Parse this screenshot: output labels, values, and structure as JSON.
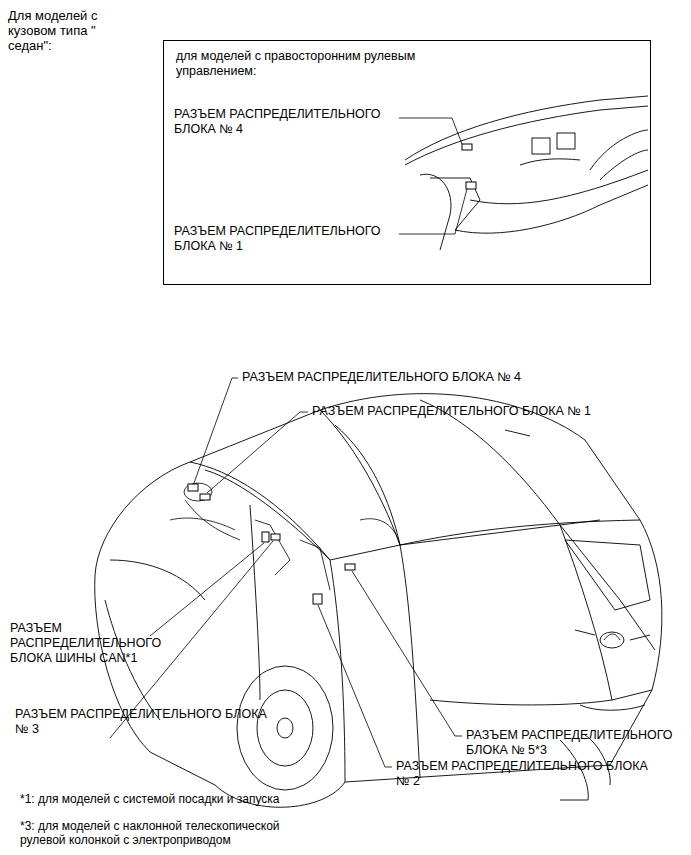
{
  "diagram": {
    "title": "Для моделей с кузовом типа \" седан\":",
    "nodes": [
      {
        "text": [
          "для моделей с правосторонним рулевым управлением:",
          "РАЗЪЕМ РАСПРЕДЕЛИТЕЛЬНОГО БЛОКА № 4",
          "РАЗЪЕМ РАСПРЕДЕЛИТЕЛЬНОГО БЛОКА № 1"
        ]
      }
    ],
    "labels": [
      "РАЗЪЕМ РАСПРЕДЕЛИТЕЛЬНОГО БЛОКА № 4",
      "РАЗЪЕМ РАСПРЕДЕЛИТЕЛЬНОГО БЛОКА № 1",
      "РАЗЪЕМ РАСПРЕДЕЛИТЕЛЬНОГО БЛОКА ШИНЫ CAN*1",
      "РАЗЪЕМ РАСПРЕДЕЛИТЕЛЬНОГО БЛОКА № 3",
      "РАЗЪЕМ РАСПРЕДЕЛИТЕЛЬНОГО БЛОКА № 5*3",
      "РАЗЪЕМ РАСПРЕДЕЛИТЕЛЬНОГО БЛОКА № 2",
      "*1: для моделей с системой посадки и запуска",
      "*3: для моделей с наклонной телескопической рулевой колонкой с электроприводом"
    ]
  }
}
